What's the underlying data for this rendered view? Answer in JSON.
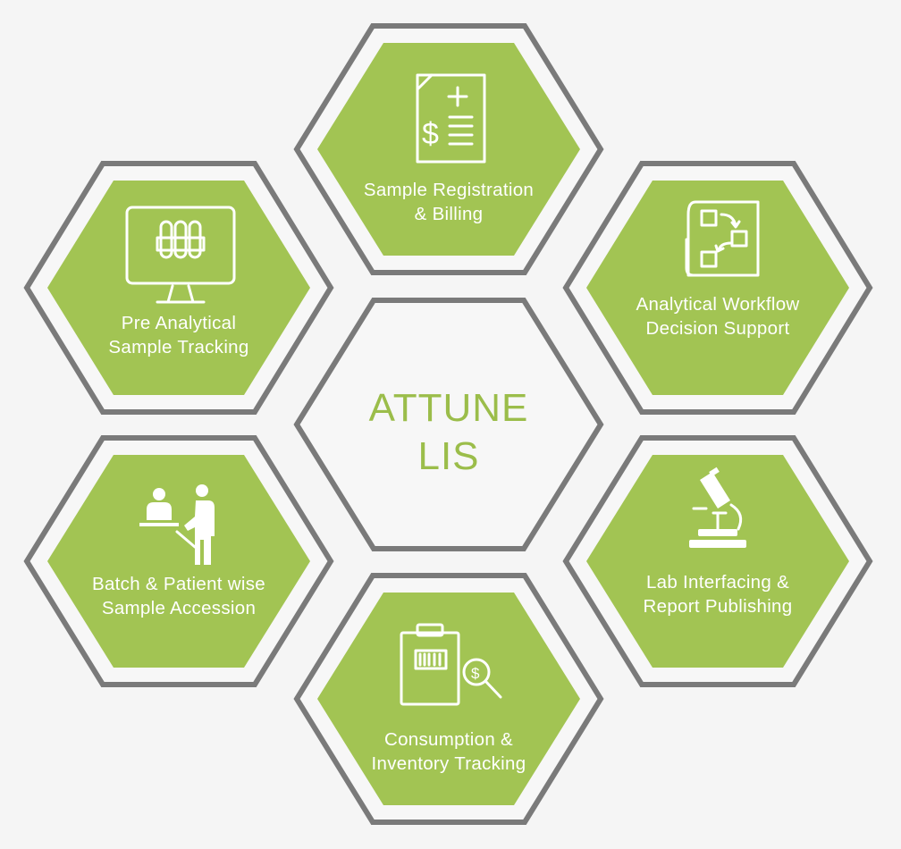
{
  "center": {
    "line1": "ATTUNE",
    "line2": "LIS"
  },
  "modules": [
    {
      "id": "top",
      "line1": "Sample Registration",
      "line2": "& Billing",
      "icon": "billing-document-icon"
    },
    {
      "id": "upper-right",
      "line1": "Analytical Workflow",
      "line2": "Decision Support",
      "icon": "workflow-diagram-icon"
    },
    {
      "id": "lower-right",
      "line1": "Lab Interfacing &",
      "line2": "Report Publishing",
      "icon": "microscope-icon"
    },
    {
      "id": "bottom",
      "line1": "Consumption &",
      "line2": "Inventory Tracking",
      "icon": "clipboard-barcode-search-icon"
    },
    {
      "id": "lower-left",
      "line1": "Batch & Patient wise",
      "line2": "Sample Accession",
      "icon": "patient-doctor-icon"
    },
    {
      "id": "upper-left",
      "line1": "Pre Analytical",
      "line2": "Sample Tracking",
      "icon": "monitor-test-tubes-icon"
    }
  ],
  "colors": {
    "hex_fill": "#a2c453",
    "hex_border": "#7a7a7a",
    "center_text": "#9bbd4a",
    "background": "#f5f5f5"
  }
}
